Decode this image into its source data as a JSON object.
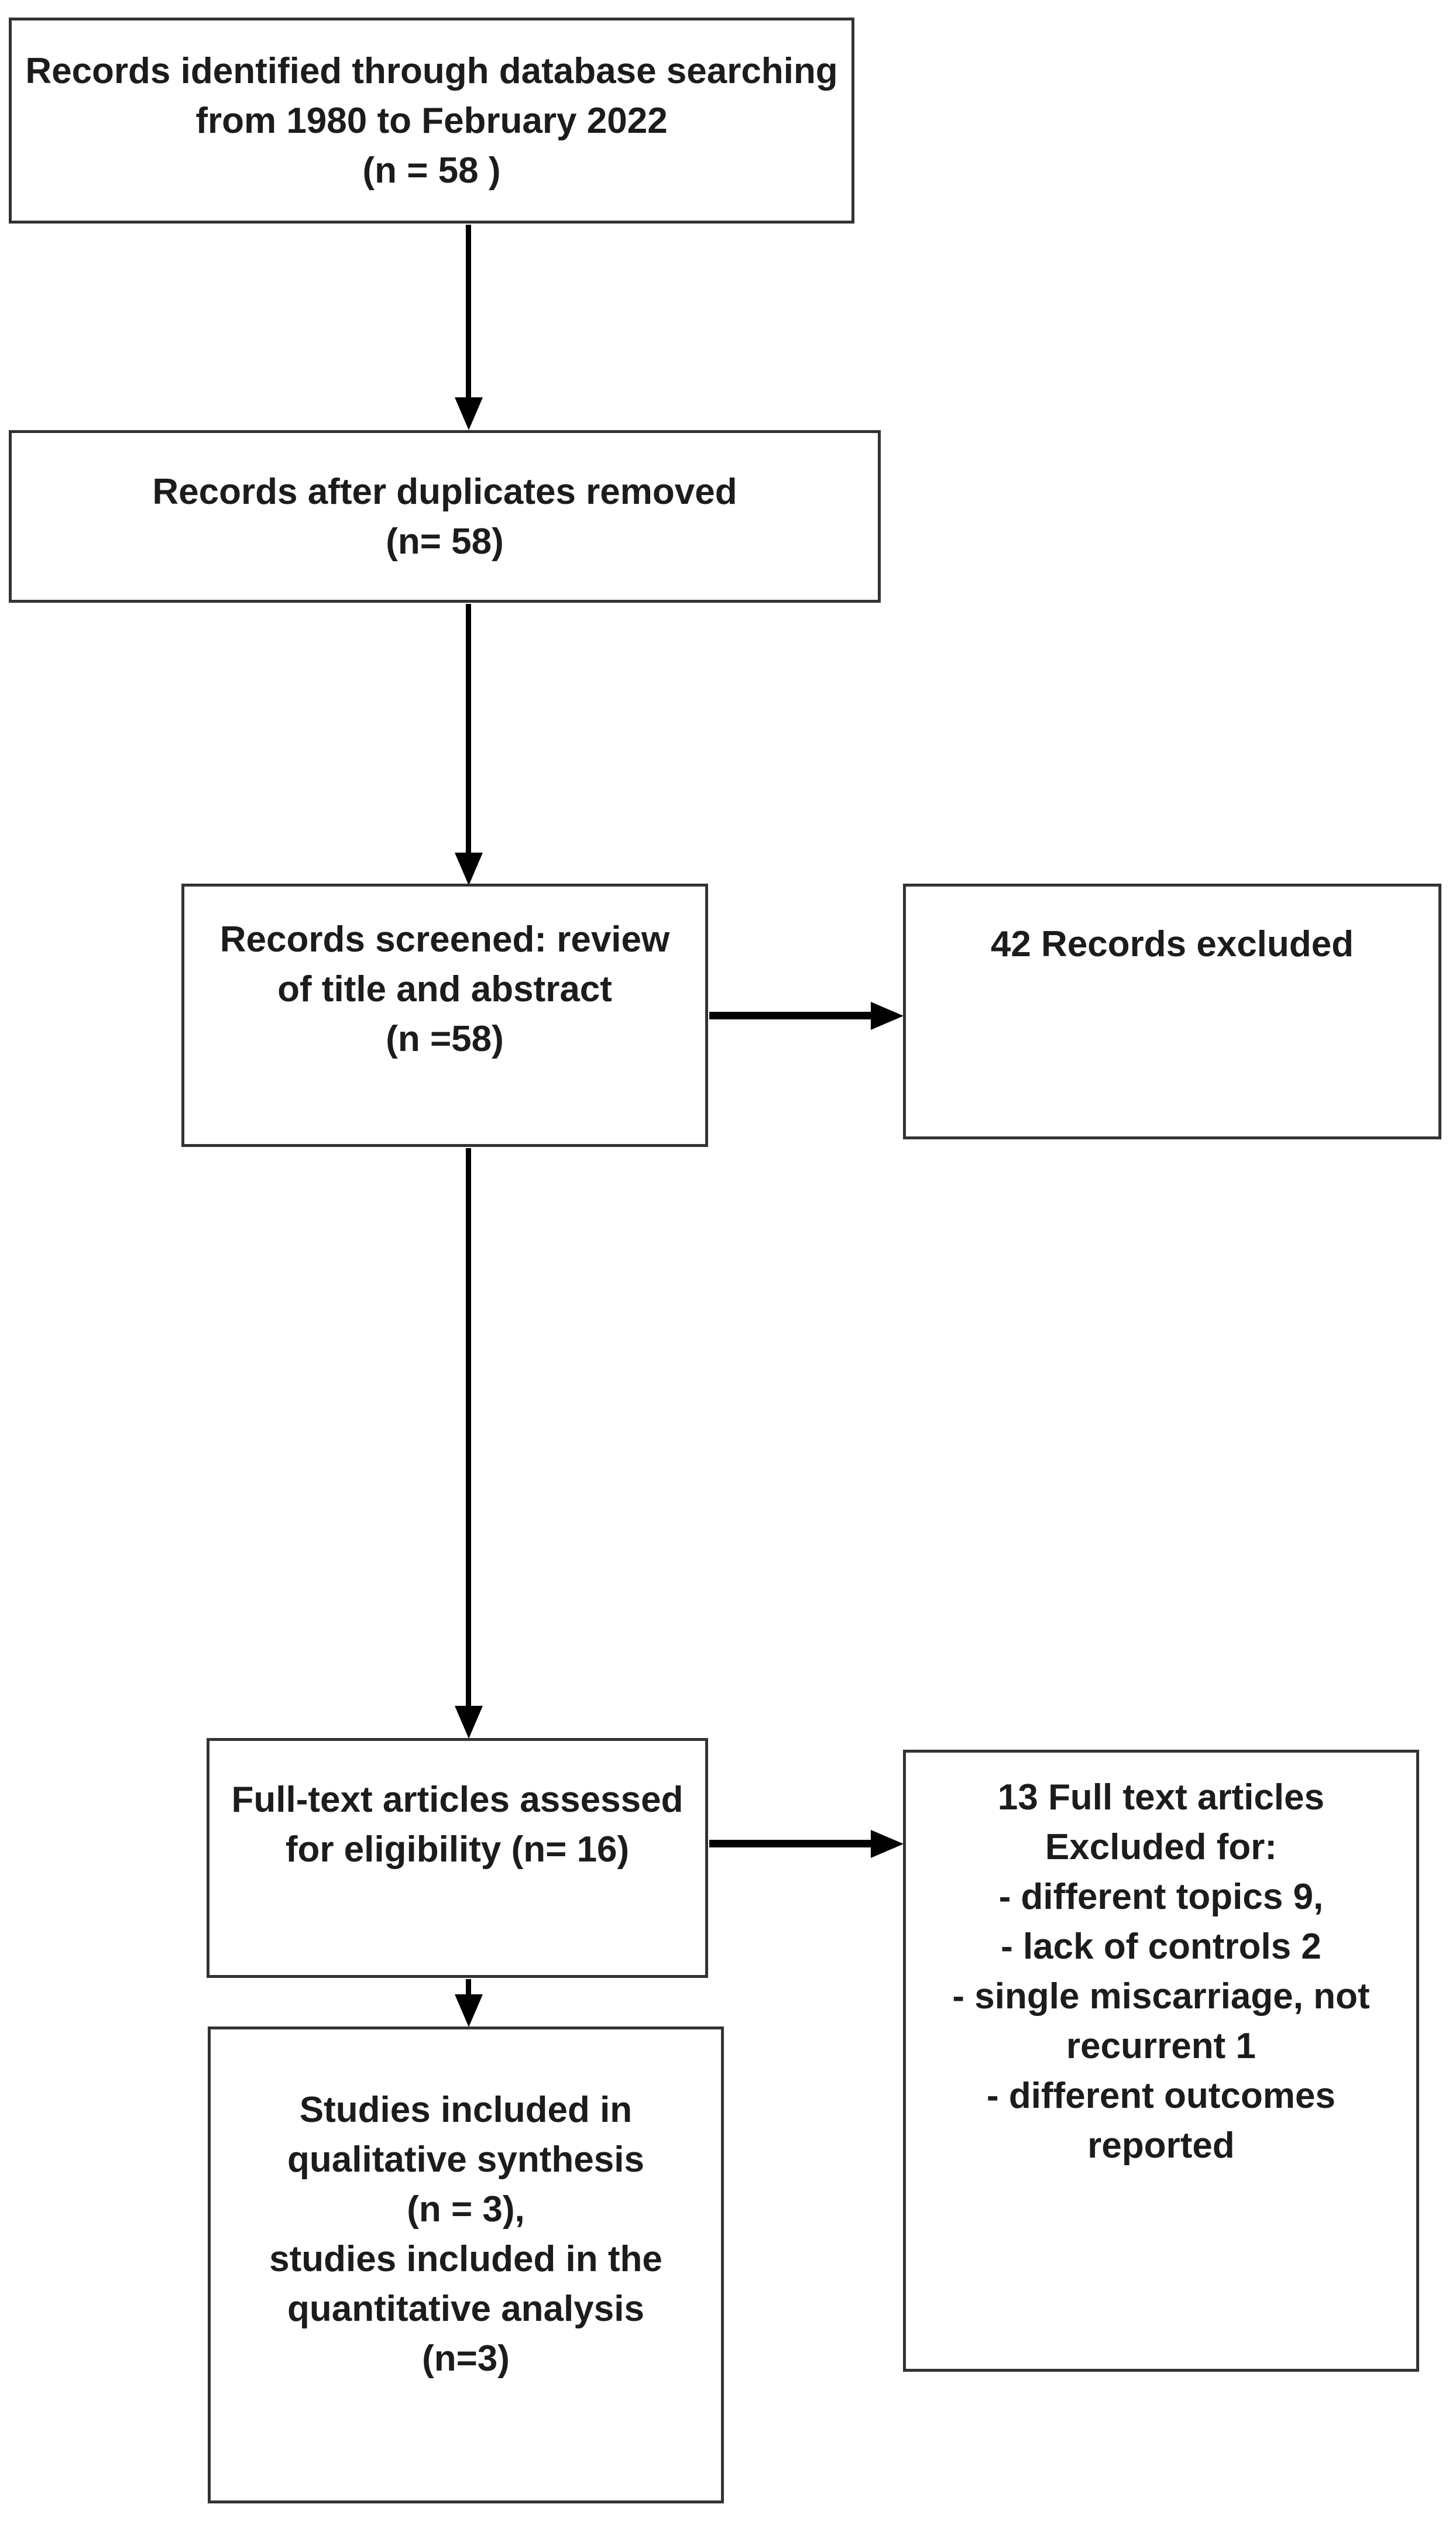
{
  "diagram": {
    "type": "prisma-flowchart",
    "colors": {
      "background": "#ffffff",
      "box_border": "#333333",
      "text": "#1c1c1c",
      "arrow": "#000000"
    },
    "boxes": {
      "identification": {
        "lines": [
          "Records identified through database searching",
          "from 1980 to February 2022",
          "(n = 58 )"
        ]
      },
      "duplicates": {
        "lines": [
          "Records after duplicates removed",
          "(n= 58)"
        ]
      },
      "screened": {
        "lines": [
          "Records screened: review",
          "of title and abstract",
          "(n =58)"
        ]
      },
      "excluded1": {
        "lines": [
          "42 Records excluded"
        ]
      },
      "fulltext": {
        "lines": [
          "Full-text articles assessed",
          "for eligibility (n= 16)"
        ]
      },
      "excluded2": {
        "lines": [
          "13 Full text articles",
          "Excluded for:",
          "- different topics 9,",
          "- lack of controls 2",
          "- single miscarriage, not",
          "recurrent 1",
          "- different outcomes",
          "reported"
        ]
      },
      "included": {
        "lines": [
          "Studies included in",
          "qualitative synthesis",
          "(n = 3),",
          "studies included in the",
          "quantitative analysis",
          "(n=3)"
        ]
      }
    }
  }
}
